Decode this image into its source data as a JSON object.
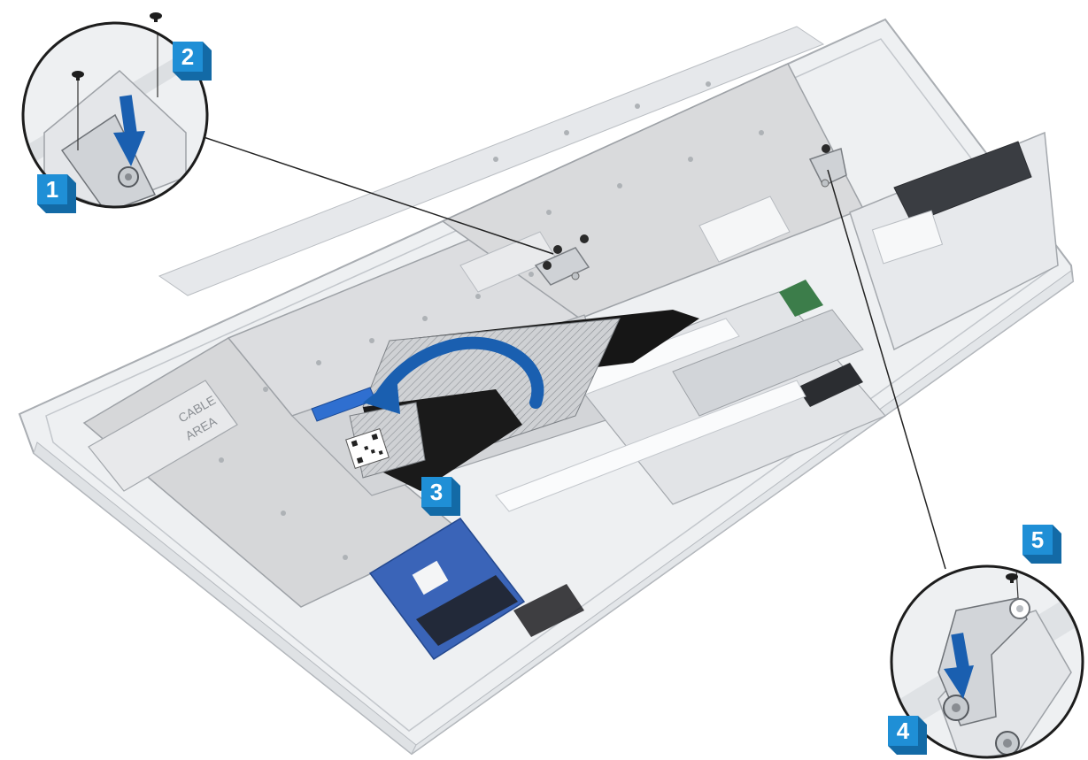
{
  "diagram": {
    "steps": [
      {
        "number": "1"
      },
      {
        "number": "2"
      },
      {
        "number": "3"
      },
      {
        "number": "4"
      },
      {
        "number": "5"
      }
    ],
    "printed_labels": {
      "cable_area_1": "CABLE",
      "cable_area_2": "AREA"
    },
    "colors": {
      "callout_blue": "#1f8fd6",
      "shield_gray": "#d9dadc",
      "chassis_light": "#eef0f2",
      "outline": "#a9adb2",
      "flex_cable_black": "#161616",
      "arrow_blue": "#1a5fb0",
      "connector_blue": "#2f6fd0",
      "pcb_blue": "#3a64b8"
    },
    "icons": [
      "screw-icon",
      "press-down-arrow-icon",
      "fold-back-arrow-icon"
    ]
  }
}
